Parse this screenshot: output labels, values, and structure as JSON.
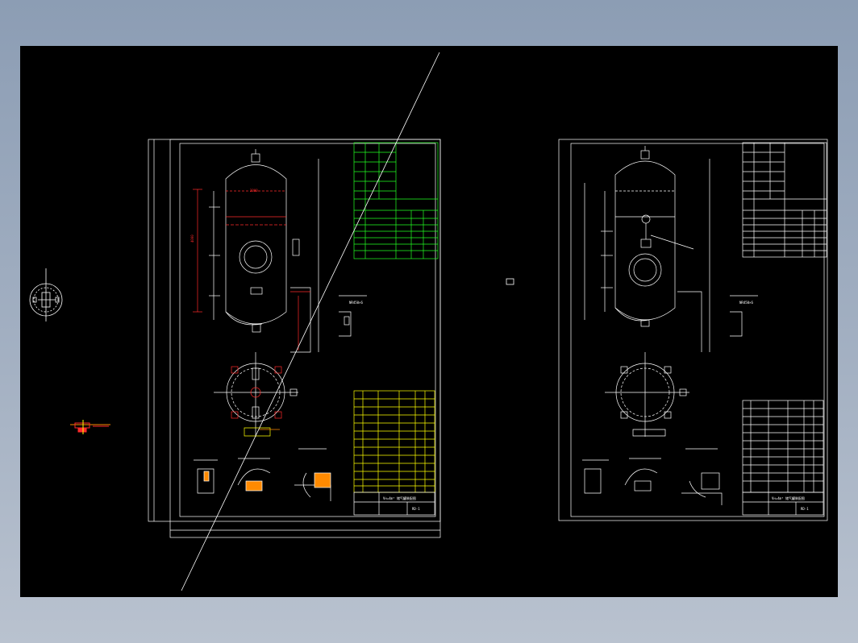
{
  "window": {
    "background": "#8a9bb3",
    "canvas_color": "#000000"
  },
  "colors": {
    "line": "#ffffff",
    "red": "#ff2a2a",
    "green": "#22ff22",
    "yellow": "#ffff00",
    "orange": "#ff8a00"
  },
  "sheet_left": {
    "title_block_text": "Vн=4m³ 储气罐装配图",
    "drawing_no": "RD-1",
    "dim_height": "4000",
    "dim_width": "2000"
  },
  "sheet_right": {
    "title_block_text": "Vн=4m³ 储气罐装配图",
    "drawing_no": "RD-1"
  },
  "icons": {
    "left_symbol": "flange-detail-icon",
    "small_marker": "crosshair-marker-icon",
    "right_marker": "viewport-marker-icon"
  }
}
